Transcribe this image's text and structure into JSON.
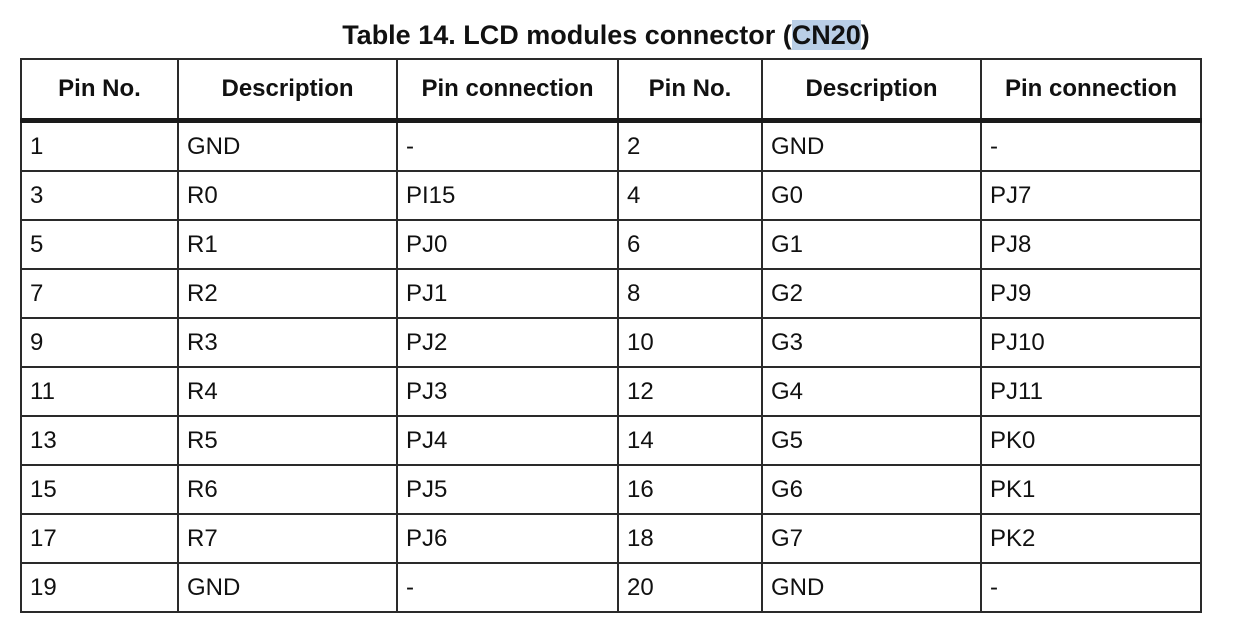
{
  "title": {
    "prefix": "Table 14. LCD modules connector (",
    "highlight": "CN20",
    "suffix": ")"
  },
  "headers": [
    "Pin No.",
    "Description",
    "Pin connection",
    "Pin No.",
    "Description",
    "Pin connection"
  ],
  "rows": [
    [
      "1",
      "GND",
      "-",
      "2",
      "GND",
      "-"
    ],
    [
      "3",
      "R0",
      "PI15",
      "4",
      "G0",
      "PJ7"
    ],
    [
      "5",
      "R1",
      "PJ0",
      "6",
      "G1",
      "PJ8"
    ],
    [
      "7",
      "R2",
      "PJ1",
      "8",
      "G2",
      "PJ9"
    ],
    [
      "9",
      "R3",
      "PJ2",
      "10",
      "G3",
      "PJ10"
    ],
    [
      "11",
      "R4",
      "PJ3",
      "12",
      "G4",
      "PJ11"
    ],
    [
      "13",
      "R5",
      "PJ4",
      "14",
      "G5",
      "PK0"
    ],
    [
      "15",
      "R6",
      "PJ5",
      "16",
      "G6",
      "PK1"
    ],
    [
      "17",
      "R7",
      "PJ6",
      "18",
      "G7",
      "PK2"
    ],
    [
      "19",
      "GND",
      "-",
      "20",
      "GND",
      "-"
    ]
  ],
  "colors": {
    "text": "#111111",
    "border": "#2a2a2a",
    "highlight": "#b9cee6"
  }
}
